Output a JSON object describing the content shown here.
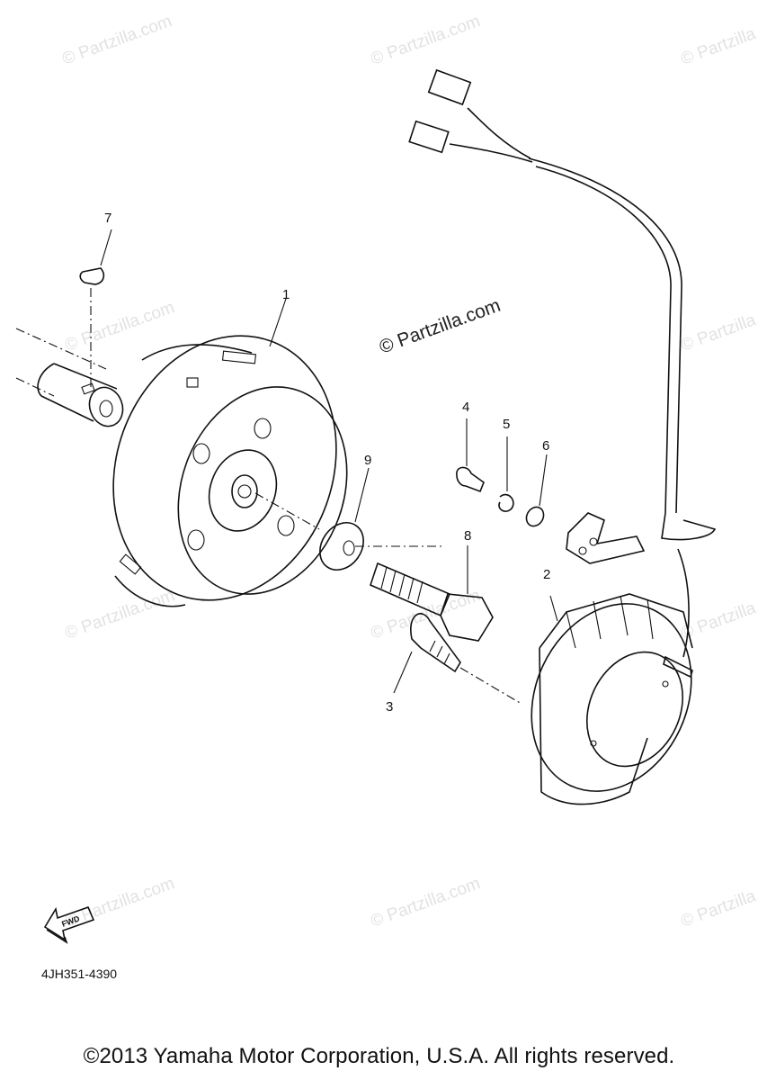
{
  "diagram": {
    "callouts": [
      "1",
      "2",
      "3",
      "4",
      "5",
      "6",
      "7",
      "8",
      "9"
    ],
    "main_watermark": "© Partzilla.com",
    "background_watermark": "© Partzilla.com",
    "forward_marker": "FWD",
    "part_code": "4JH351-4390"
  },
  "footer": {
    "copyright": "©2013 Yamaha Motor Corporation, U.S.A. All rights reserved."
  },
  "icons": {
    "forward_marker": "forward-arrow-icon"
  }
}
